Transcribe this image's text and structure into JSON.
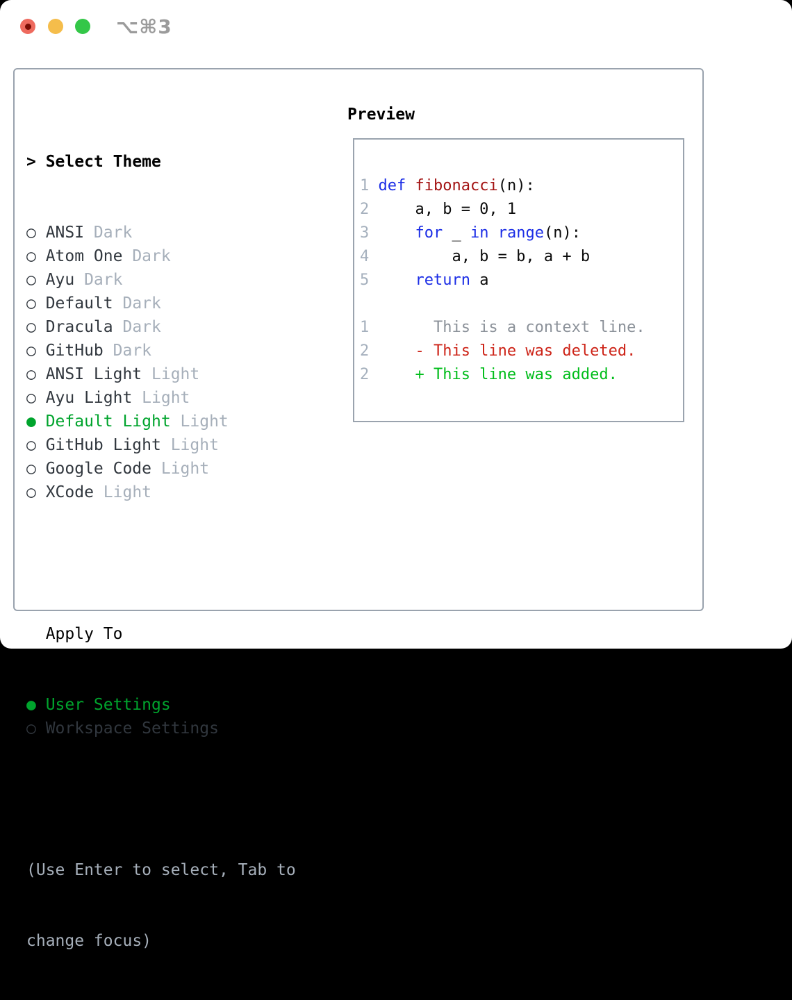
{
  "window": {
    "shortcut_label": "⌥⌘3",
    "traffic_lights": [
      "close-button",
      "minimize-button",
      "zoom-button"
    ]
  },
  "theme_panel": {
    "prompt": "> ",
    "title": "Select Theme",
    "items": [
      {
        "name": "ANSI",
        "variant": "Dark",
        "selected": false
      },
      {
        "name": "Atom One",
        "variant": "Dark",
        "selected": false
      },
      {
        "name": "Ayu",
        "variant": "Dark",
        "selected": false
      },
      {
        "name": "Default",
        "variant": "Dark",
        "selected": false
      },
      {
        "name": "Dracula",
        "variant": "Dark",
        "selected": false
      },
      {
        "name": "GitHub",
        "variant": "Dark",
        "selected": false
      },
      {
        "name": "ANSI Light",
        "variant": "Light",
        "selected": false
      },
      {
        "name": "Ayu Light",
        "variant": "Light",
        "selected": false
      },
      {
        "name": "Default Light",
        "variant": "Light",
        "selected": true
      },
      {
        "name": "GitHub Light",
        "variant": "Light",
        "selected": false
      },
      {
        "name": "Google Code",
        "variant": "Light",
        "selected": false
      },
      {
        "name": "XCode",
        "variant": "Light",
        "selected": false
      }
    ],
    "apply_to": {
      "title": "Apply To",
      "options": [
        {
          "label": "User Settings",
          "selected": true
        },
        {
          "label": "Workspace Settings",
          "selected": false
        }
      ]
    },
    "hint_line1": "(Use Enter to select, Tab to",
    "hint_line2": "change focus)"
  },
  "preview": {
    "title": "Preview",
    "lines": [
      {
        "num": "1",
        "tokens": [
          {
            "t": "def",
            "c": "kw"
          },
          {
            "t": " "
          },
          {
            "t": "fibonacci",
            "c": "fn"
          },
          {
            "t": "(n):"
          }
        ]
      },
      {
        "num": "2",
        "tokens": [
          {
            "t": "    a, b = 0, 1"
          }
        ]
      },
      {
        "num": "3",
        "tokens": [
          {
            "t": "    "
          },
          {
            "t": "for",
            "c": "kw"
          },
          {
            "t": " _ "
          },
          {
            "t": "in",
            "c": "kw"
          },
          {
            "t": " "
          },
          {
            "t": "range",
            "c": "kw"
          },
          {
            "t": "(n):"
          }
        ]
      },
      {
        "num": "4",
        "tokens": [
          {
            "t": "        a, b = b, a + b"
          }
        ]
      },
      {
        "num": "5",
        "tokens": [
          {
            "t": "    "
          },
          {
            "t": "return",
            "c": "kw"
          },
          {
            "t": " a"
          }
        ]
      },
      {
        "num": "",
        "tokens": []
      },
      {
        "num": "1",
        "tokens": [
          {
            "t": "      This is a context line.",
            "c": "ctx"
          }
        ]
      },
      {
        "num": "2",
        "tokens": [
          {
            "t": "    - This line was deleted.",
            "c": "del"
          }
        ]
      },
      {
        "num": "2",
        "tokens": [
          {
            "t": "    + This line was added.",
            "c": "add"
          }
        ]
      }
    ]
  },
  "colors": {
    "border": "#9aa3ae",
    "text_dark": "#31373e",
    "muted": "#a6afba",
    "green_ui": "#00a42d",
    "kw_blue": "#1c2ee6",
    "fn_red": "#a31313",
    "ctx_gray": "#8b9199",
    "ln_gray": "#a5b0bd",
    "del_red": "#cd2418",
    "add_green": "#00bd1a",
    "tl_red": "#ee6a5e",
    "tl_red_dot": "#7a0c04",
    "tl_yellow": "#f5bd4b",
    "tl_green": "#34c748",
    "title_gray": "#9b9b9b"
  }
}
